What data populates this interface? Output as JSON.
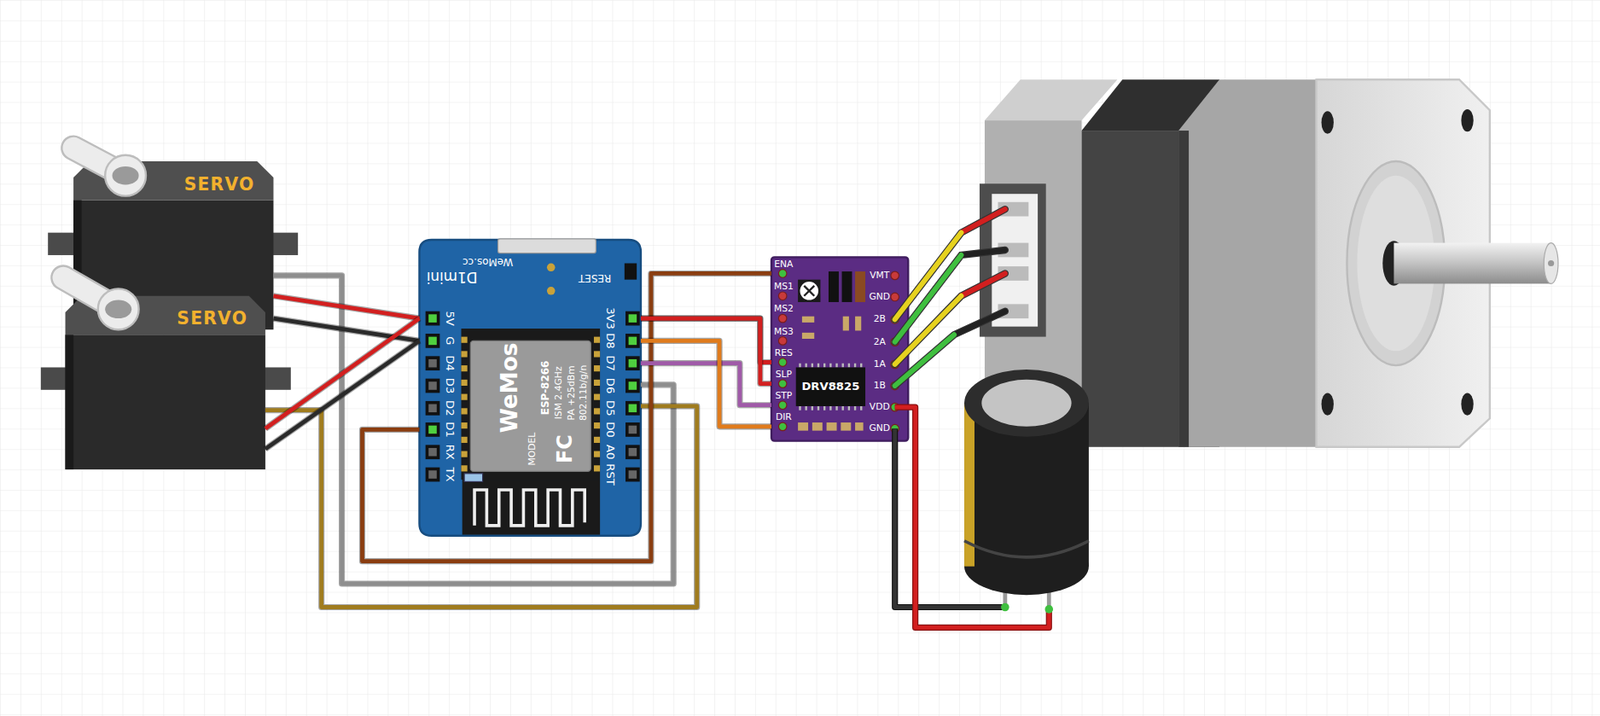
{
  "diagram": {
    "nodes": [
      {
        "text": [
          "SERVO"
        ]
      },
      {
        "text": [
          "SERVO"
        ]
      },
      {
        "text": [
          "WeMos.cc",
          "D1mini",
          "RESET",
          "5V",
          "G",
          "D4",
          "D3",
          "D2",
          "D1",
          "RX",
          "TX",
          "3V3",
          "D8",
          "D7",
          "D6",
          "D5",
          "D0",
          "A0",
          "RST",
          "WeMos",
          "MODEL",
          "ESP-8266",
          "ISM 2.4GHz",
          "PA +25dBm",
          "802.11b/g/n",
          "FC"
        ]
      },
      {
        "text": [
          "ENA",
          "MS1",
          "MS2",
          "MS3",
          "RES",
          "SLP",
          "STP",
          "DIR",
          "VMT",
          "GND",
          "2B",
          "2A",
          "1A",
          "1B",
          "VDD",
          "GND",
          "DRV8825"
        ]
      }
    ],
    "edges": [
      {
        "from": 0,
        "to": 2,
        "arrow": "none"
      },
      {
        "from": 0,
        "to": 2,
        "arrow": "none"
      },
      {
        "from": 0,
        "to": 2,
        "arrow": "none"
      },
      {
        "from": 1,
        "to": 2,
        "arrow": "none"
      },
      {
        "from": 1,
        "to": 2,
        "arrow": "none"
      },
      {
        "from": 1,
        "to": 2,
        "arrow": "none"
      },
      {
        "from": 2,
        "to": 3,
        "arrow": "none"
      },
      {
        "from": 2,
        "to": 3,
        "arrow": "none"
      },
      {
        "from": 2,
        "to": 3,
        "arrow": "none"
      },
      {
        "from": 2,
        "to": 3,
        "arrow": "none"
      },
      {
        "from": 2,
        "to": 3,
        "arrow": "none"
      }
    ]
  }
}
